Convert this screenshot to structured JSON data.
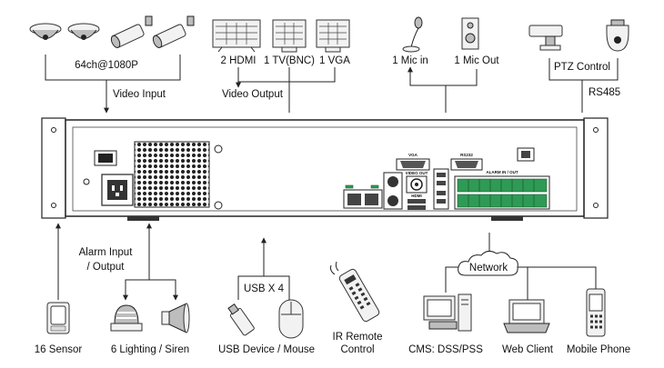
{
  "labels": {
    "camera_count": "64ch@1080P",
    "video_input": "Video Input",
    "hdmi": "2 HDMI",
    "tv_bnc": "1 TV(BNC)",
    "vga": "1 VGA",
    "video_output": "Video Output",
    "mic_in": "1 Mic in",
    "mic_out": "1 Mic Out",
    "ptz_control": "PTZ Control",
    "rs485": "RS485",
    "alarm_input": "Alarm Input",
    "alarm_output": "/ Output",
    "sensor": "16 Sensor",
    "lighting_siren": "6 Lighting / Siren",
    "usb_x4": "USB X 4",
    "usb_device_mouse": "USB Device / Mouse",
    "ir_remote": "IR Remote",
    "control": "Control",
    "network": "Network",
    "cms": "CMS: DSS/PSS",
    "web_client": "Web Client",
    "mobile_phone": "Mobile Phone"
  },
  "panel_labels": {
    "vga_port": "VGA",
    "rs232_port": "RS232",
    "hdmi_port": "HDMI",
    "video_out_port": "VIDEO OUT",
    "alarm_block": "ALARM IN / OUT"
  }
}
